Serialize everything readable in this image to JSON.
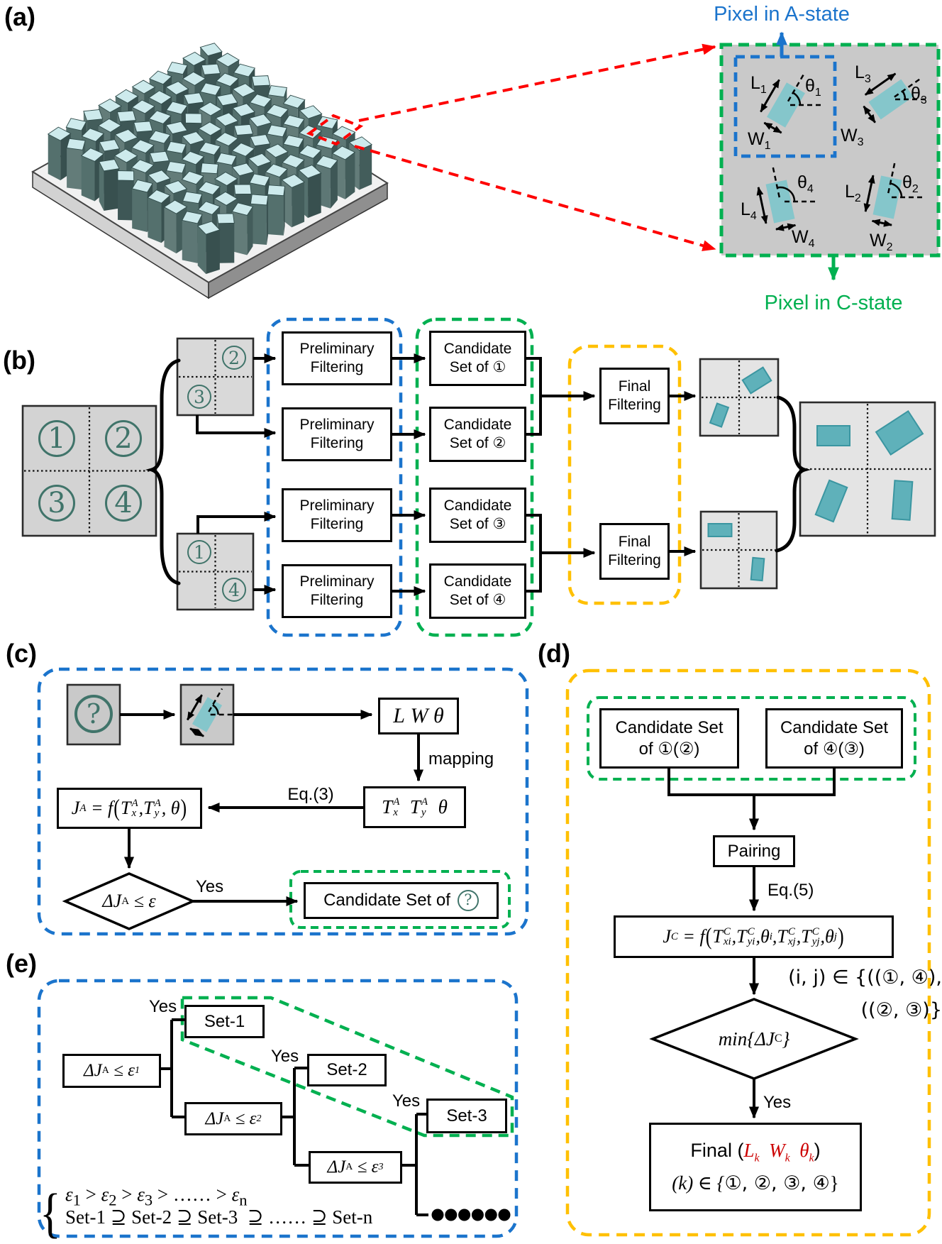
{
  "colors": {
    "blue": "#1b74cc",
    "green": "#00b050",
    "yellow": "#ffc000",
    "red": "#fe0000",
    "circled_number_green": "#40746a",
    "teal_fill": "#5fb1ba",
    "teal_stroke": "#3b96a1",
    "teal_inset": "#85c6cb"
  },
  "panel_a": {
    "label": "(a)",
    "pixel_a_label": "Pixel in A-state",
    "pixel_c_label": "Pixel in C-state",
    "units": [
      {
        "l": "L",
        "li": "1",
        "t": "θ",
        "ti": "1",
        "w": "W",
        "wi": "1"
      },
      {
        "l": "L",
        "li": "3",
        "t": "θ",
        "ti": "3",
        "w": "W",
        "wi": "3"
      },
      {
        "l": "L",
        "li": "4",
        "t": "θ",
        "ti": "4",
        "w": "W",
        "wi": "4"
      },
      {
        "l": "L",
        "li": "2",
        "t": "θ",
        "ti": "2",
        "w": "W",
        "wi": "2"
      }
    ]
  },
  "panel_b": {
    "label": "(b)",
    "big_square_nums": [
      "1",
      "2",
      "3",
      "4"
    ],
    "top_square_nums": [
      "2",
      "3"
    ],
    "bottom_square_nums": [
      "1",
      "4"
    ],
    "pf": [
      "Preliminary",
      "Filtering"
    ],
    "candidate_line1": "Candidate",
    "candidate_line2": [
      "Set of ①",
      "Set of ②",
      "Set of ③",
      "Set of ④"
    ],
    "ff": [
      "Final",
      "Filtering"
    ]
  },
  "panel_c": {
    "label": "(c)",
    "question": "?",
    "lw": {
      "l": "L",
      "w": "W",
      "t": "θ"
    },
    "mapping": "mapping",
    "eq3": "Eq.(3)",
    "tbox": {
      "t": "T",
      "xb": "x",
      "yb": "y",
      "sup": "A",
      "theta": "θ"
    },
    "ja": {
      "j": "J",
      "jsub": "A",
      "eq": " = f",
      "open": "(",
      "t": "T",
      "xb": "x",
      "yb": "y",
      "sup": "A",
      "c": ",",
      "theta": "θ",
      "close": ")"
    },
    "diamond": {
      "pre": "ΔJ",
      "sub": "A",
      "post": " ≤ ε"
    },
    "yes": "Yes",
    "cand": "Candidate Set of",
    "q2": "?"
  },
  "panel_d": {
    "label": "(d)",
    "cand_left": [
      "Candidate Set",
      "of ①(②)"
    ],
    "cand_right": [
      "Candidate Set",
      "of ④(③)"
    ],
    "pairing": "Pairing",
    "eq5": "Eq.(5)",
    "jc": {
      "j": "J",
      "jsub": "C",
      "eq": " = f",
      "open": "(",
      "t": "T",
      "sup": "C",
      "b1": "xi",
      "b2": "yi",
      "b3": "xj",
      "b4": "yj",
      "c": ",",
      "theta": "θ",
      "ti": "i",
      "tj": "j",
      "close": ")"
    },
    "ij1": "(i, j) ∈ {((①, ④),",
    "ij2": "((②, ③)}",
    "dmin": {
      "pre": "min{ΔJ",
      "sub": "C",
      "post": "}"
    },
    "yes": "Yes",
    "final1": {
      "pre": "Final (",
      "l": "L",
      "w": "W",
      "t": "θ",
      "k": "k",
      "post": ")"
    },
    "final2": {
      "pre": "(k) ∈ {",
      "nums": "①, ②, ③, ④",
      "post": "}"
    }
  },
  "panel_e": {
    "label": "(e)",
    "conds": [
      {
        "pre": "ΔJ",
        "psub": "A",
        "mid": " ≤ ε",
        "idx": "1"
      },
      {
        "pre": "ΔJ",
        "psub": "A",
        "mid": " ≤ ε",
        "idx": "2"
      },
      {
        "pre": "ΔJ",
        "psub": "A",
        "mid": " ≤ ε",
        "idx": "3"
      }
    ],
    "sets": [
      "Set-1",
      "Set-2",
      "Set-3"
    ],
    "yes": "Yes",
    "brace": "{",
    "rel1": {
      "e": "ε",
      "s1": "1",
      "g": " > ",
      "s2": "2",
      "s3": "3",
      "gd": " > …… > ",
      "sn": "n"
    },
    "rel2": "Set-1 ⊇ Set-2 ⊇ Set-3  ⊇ …… ⊇ Set-n"
  }
}
